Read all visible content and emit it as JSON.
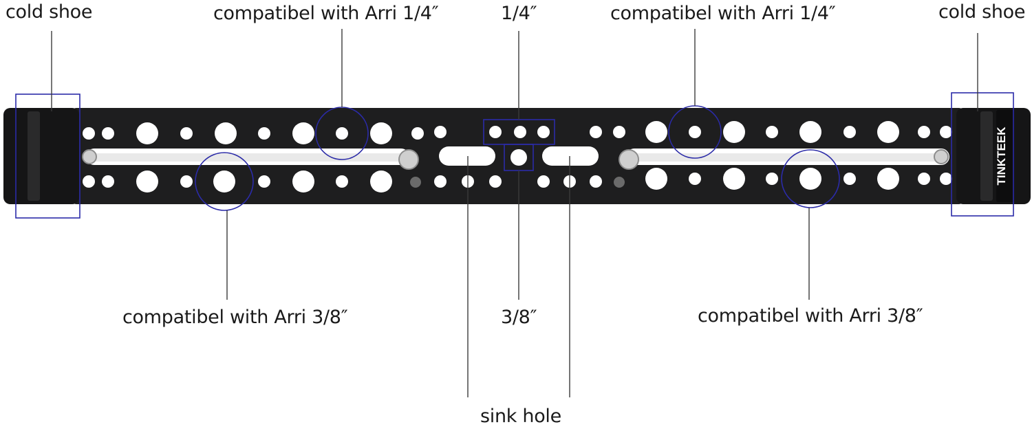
{
  "labels": {
    "cold_shoe_left": "cold shoe",
    "cold_shoe_right": "cold shoe",
    "arri_quarter_left": "compatibel with Arri 1/4″",
    "arri_quarter_right": "compatibel with Arri 1/4″",
    "quarter_center": "1/4″",
    "arri_3_8_left": "compatibel with Arri 3/8″",
    "arri_3_8_right": "compatibel with Arri 3/8″",
    "three_eighths_center": "3/8″",
    "sink_hole": "sink hole"
  },
  "brand": "TINKTEEK",
  "colors": {
    "plate": "#1e1e1f",
    "plate_edge": "#0f0f10",
    "hole": "#ffffff",
    "annotation": "#2b2ba8",
    "leader": "#3a3a3a",
    "label_text": "#1a1a1a"
  }
}
